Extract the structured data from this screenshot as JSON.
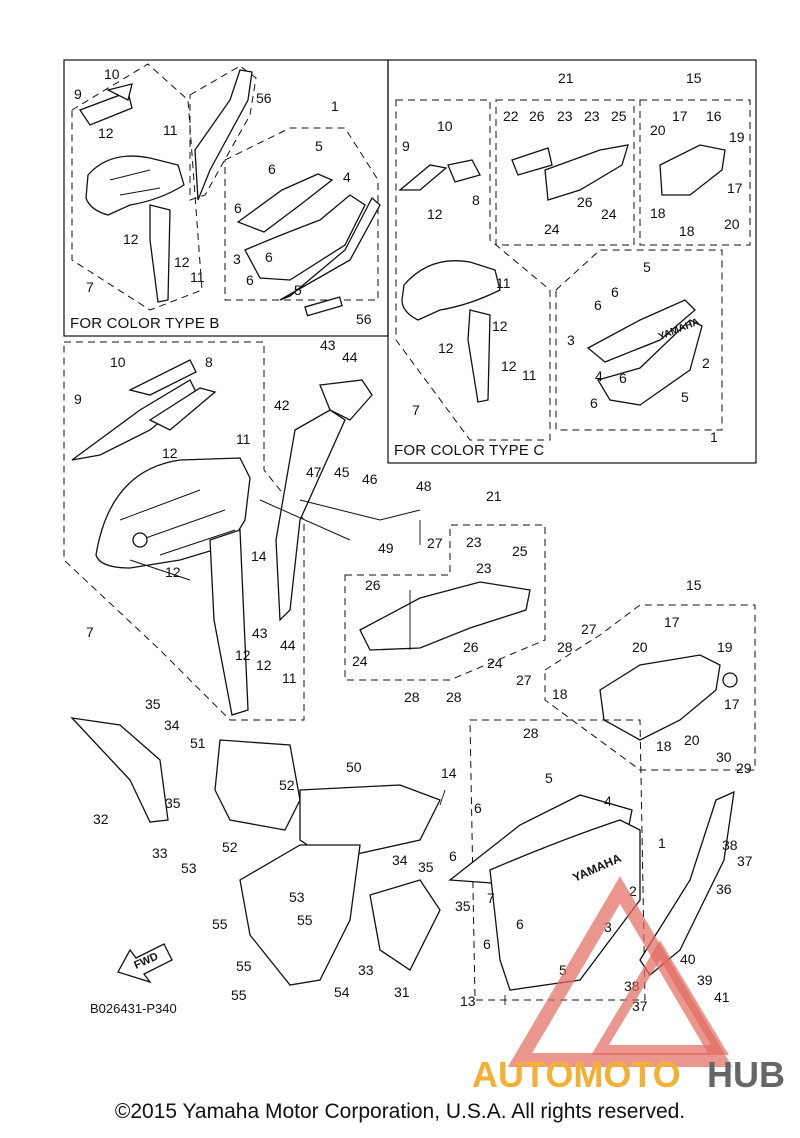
{
  "boxes": {
    "color_b_label": "FOR COLOR TYPE B",
    "color_c_label": "FOR COLOR TYPE C"
  },
  "callouts": {
    "b": [
      "10",
      "9",
      "12",
      "11",
      "12",
      "12",
      "11",
      "7",
      "56",
      "1",
      "5",
      "4",
      "6",
      "6",
      "3",
      "6",
      "6",
      "5",
      "56"
    ],
    "c": [
      "21",
      "15",
      "10",
      "9",
      "8",
      "12",
      "22",
      "26",
      "23",
      "23",
      "25",
      "20",
      "17",
      "16",
      "19",
      "17",
      "18",
      "26",
      "24",
      "24",
      "18",
      "20",
      "11",
      "12",
      "12",
      "12",
      "11",
      "7",
      "5",
      "6",
      "6",
      "3",
      "2",
      "4",
      "6",
      "6",
      "5",
      "1"
    ],
    "main": [
      "10",
      "8",
      "9",
      "12",
      "11",
      "12",
      "7",
      "14",
      "43",
      "44",
      "12",
      "12",
      "11",
      "43",
      "44",
      "42",
      "47",
      "45",
      "46",
      "48",
      "49",
      "27",
      "21",
      "23",
      "25",
      "26",
      "23",
      "26",
      "24",
      "24",
      "28",
      "28",
      "27",
      "15",
      "27",
      "17",
      "28",
      "20",
      "19",
      "18",
      "17",
      "18",
      "20",
      "30",
      "29",
      "28",
      "35",
      "34",
      "51",
      "52",
      "32",
      "35",
      "33",
      "53",
      "52",
      "50",
      "14",
      "5",
      "4",
      "6",
      "1",
      "6",
      "38",
      "37",
      "36",
      "55",
      "53",
      "34",
      "35",
      "55",
      "35",
      "7",
      "6",
      "6",
      "3",
      "2",
      "55",
      "33",
      "5",
      "38",
      "40",
      "39",
      "37",
      "41",
      "55",
      "31",
      "54",
      "13"
    ]
  },
  "fwd_label": "FWD",
  "diagram_code": "B026431-P340",
  "copyright": "©2015 Yamaha Motor Corporation, U.S.A. All rights reserved.",
  "brand_text": "YAMAHA",
  "watermark": {
    "left": "AUTOMOTO",
    "right": "HUB",
    "color_left": "#f2b035",
    "color_right": "#666666",
    "triangle_color": "#e36b5f"
  }
}
